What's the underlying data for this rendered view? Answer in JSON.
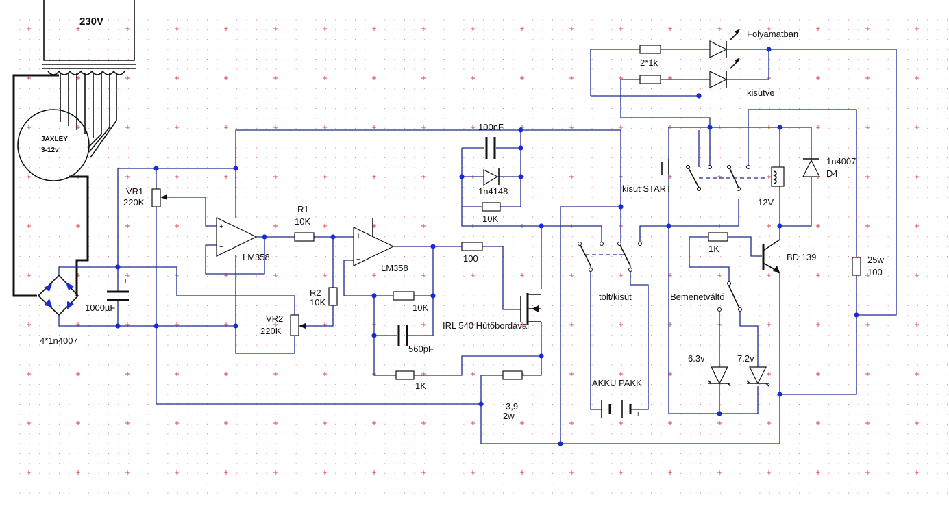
{
  "diagram": {
    "labels": {
      "mains": "230V",
      "transformer_line1": "JAXLEY",
      "transformer_line2": "3-12v",
      "vr1": "VR1",
      "vr1_value": "220K",
      "vr2": "VR2",
      "vr2_value": "220K",
      "cap1000": "1000µF",
      "bridge": "4*1n4007",
      "opamp1": "LM358",
      "opamp2": "LM358",
      "r1": "R1",
      "r1_value": "10K",
      "r2": "R2",
      "r2_value": "10K",
      "cap100n": "100nF",
      "diode4148": "1n4148",
      "r10k_top": "10K",
      "r100": "100",
      "r10k_fb": "10K",
      "cap560": "560pF",
      "r1k_bottom": "1K",
      "mosfet": "IRL 540 Hűtőbordával",
      "shunt_line1": "3,9",
      "shunt_line2": "2w",
      "switch_mode": "tölt/kisüt",
      "battery": "AKKU PAKK",
      "led1": "Folyamatban",
      "led_res": "2*1k",
      "led2": "kisütve",
      "start_button": "kisüt START",
      "relay": "12V",
      "diode_d4_line1": "1n4007",
      "diode_d4_line2": "D4",
      "r1k_base": "1K",
      "transistor": "BD 139",
      "selector": "Bemenetváltó",
      "zener1": "6.3v",
      "zener2": "7.2v",
      "load_line1": "25w",
      "load_line2": "100",
      "plus_cap": "+",
      "plus_batt": "+",
      "plus_in": "+",
      "minus_in": "−",
      "plus_in2": "+",
      "minus_in2": "−"
    },
    "colors": {
      "wire": "#1a2b8c",
      "junction": "#1a2bd6",
      "grid": "#e04040"
    }
  }
}
